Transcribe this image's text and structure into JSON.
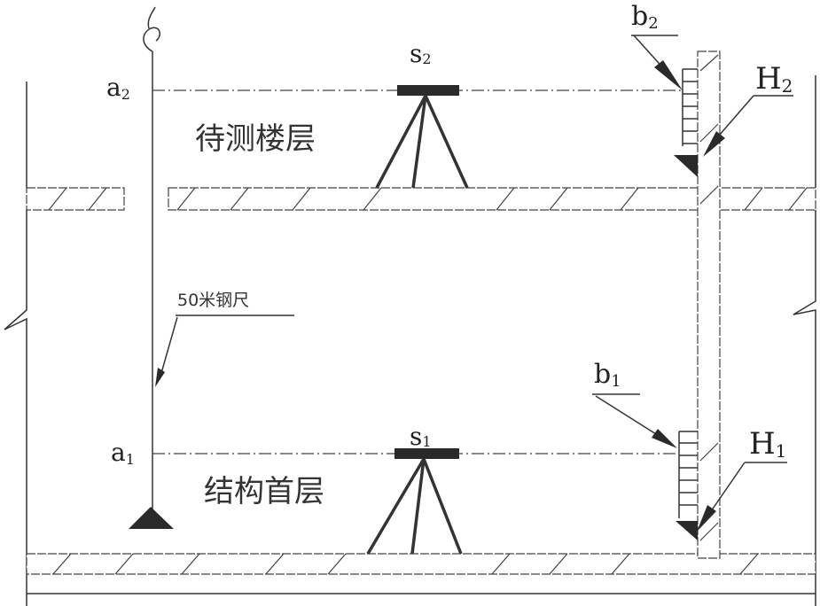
{
  "labels": {
    "a2": "a",
    "a2_sub": "2",
    "a1": "a",
    "a1_sub": "1",
    "s2": "s",
    "s2_sub": "2",
    "s1": "s",
    "s1_sub": "1",
    "b2": "b",
    "b2_sub": "2",
    "b1": "b",
    "b1_sub": "1",
    "H2": "H",
    "H2_sub": "2",
    "H1": "H",
    "H1_sub": "1",
    "tape": "50米钢尺",
    "upper_floor": "待测楼层",
    "ground_floor": "结构首层"
  }
}
